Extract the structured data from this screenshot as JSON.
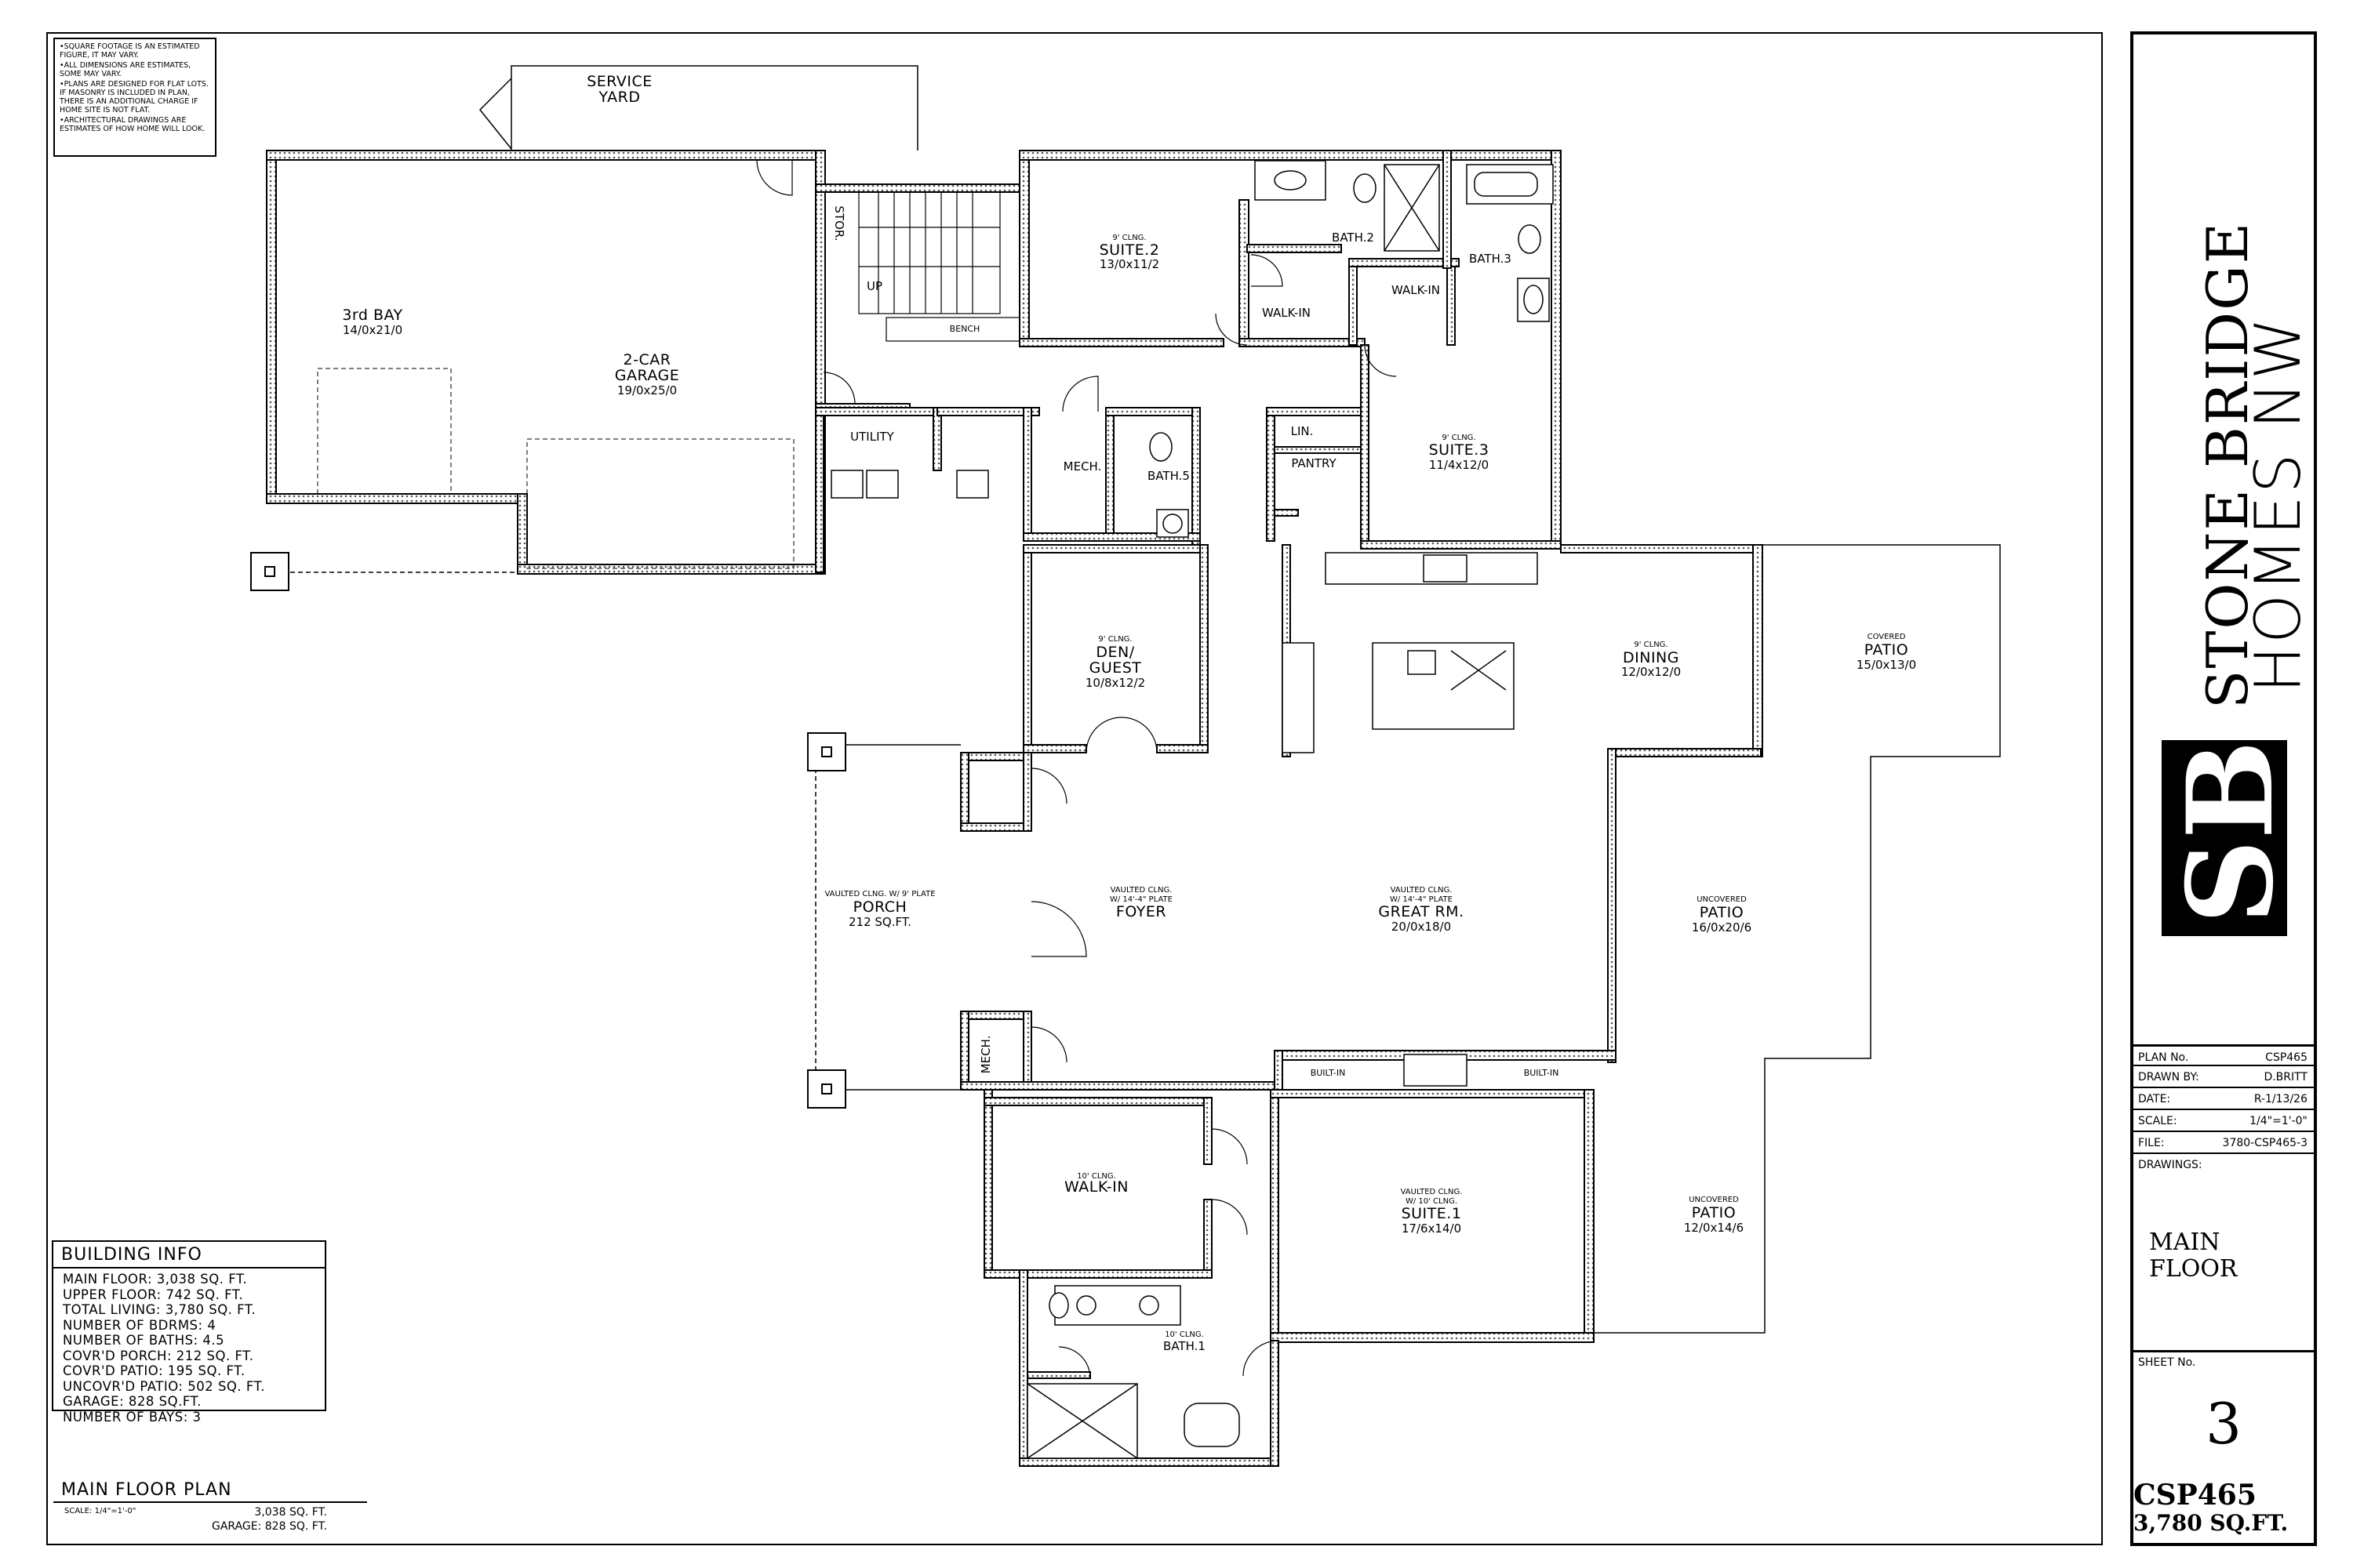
{
  "notes": [
    "•SQUARE FOOTAGE IS AN ESTIMATED FIGURE, IT MAY VARY.",
    "•ALL DIMENSIONS ARE ESTIMATES, SOME MAY VARY.",
    "•PLANS ARE DESIGNED FOR FLAT LOTS. IF MASONRY IS INCLUDED IN PLAN, THERE IS AN ADDITIONAL CHARGE IF HOME SITE IS NOT FLAT.",
    "•ARCHITECTURAL DRAWINGS ARE ESTIMATES OF HOW HOME WILL LOOK."
  ],
  "rooms": {
    "service_yard": {
      "name": "SERVICE",
      "name2": "YARD"
    },
    "third_bay": {
      "name": "3rd BAY",
      "dim": "14/0x21/0"
    },
    "garage": {
      "name": "2-CAR",
      "name2": "GARAGE",
      "dim": "19/0x25/0"
    },
    "stor": {
      "name": "STOR."
    },
    "up": {
      "name": "UP"
    },
    "bench": {
      "name": "BENCH"
    },
    "suite2": {
      "note": "9' CLNG.",
      "name": "SUITE.2",
      "dim": "13/0x11/2"
    },
    "bath2": {
      "name": "BATH.2"
    },
    "walkin2": {
      "name": "WALK-IN"
    },
    "walkin3": {
      "name": "WALK-IN"
    },
    "bath3": {
      "name": "BATH.3"
    },
    "utility": {
      "name": "UTILITY"
    },
    "mech1": {
      "name": "MECH."
    },
    "bath5": {
      "name": "BATH.5"
    },
    "lin": {
      "name": "LIN."
    },
    "pantry": {
      "name": "PANTRY"
    },
    "suite3": {
      "note": "9' CLNG.",
      "name": "SUITE.3",
      "dim": "11/4x12/0"
    },
    "den": {
      "note": "9' CLNG.",
      "name": "DEN/",
      "name2": "GUEST",
      "dim": "10/8x12/2"
    },
    "dining": {
      "note": "9' CLNG.",
      "name": "DINING",
      "dim": "12/0x12/0"
    },
    "covered_patio": {
      "note": "COVERED",
      "name": "PATIO",
      "dim": "15/0x13/0"
    },
    "porch": {
      "note": "VAULTED CLNG. W/ 9' PLATE",
      "name": "PORCH",
      "dim": "212 SQ.FT."
    },
    "foyer": {
      "note": "VAULTED CLNG.",
      "note2": "W/ 14'-4\" PLATE",
      "name": "FOYER"
    },
    "great": {
      "note": "VAULTED CLNG.",
      "note2": "W/ 14'-4\" PLATE",
      "name": "GREAT RM.",
      "dim": "20/0x18/0"
    },
    "patio1": {
      "note": "UNCOVERED",
      "name": "PATIO",
      "dim": "16/0x20/6"
    },
    "mech2": {
      "name": "MECH."
    },
    "builtin1": {
      "name": "BUILT-IN"
    },
    "builtin2": {
      "name": "BUILT-IN"
    },
    "walkin1": {
      "note": "10' CLNG.",
      "name": "WALK-IN"
    },
    "suite1": {
      "note": "VAULTED CLNG.",
      "note2": "W/ 10' CLNG.",
      "name": "SUITE.1",
      "dim": "17/6x14/0"
    },
    "patio2": {
      "note": "UNCOVERED",
      "name": "PATIO",
      "dim": "12/0x14/6"
    },
    "bath1": {
      "note": "10' CLNG.",
      "name": "BATH.1"
    }
  },
  "building_info": {
    "title": "BUILDING INFO",
    "lines": [
      "MAIN FLOOR: 3,038 SQ. FT.",
      "UPPER FLOOR: 742 SQ. FT.",
      "TOTAL LIVING: 3,780 SQ. FT.",
      "NUMBER OF BDRMS: 4",
      "NUMBER OF BATHS: 4.5",
      "COVR'D PORCH: 212 SQ. FT.",
      "COVR'D PATIO: 195 SQ. FT.",
      "UNCOVR'D PATIO: 502 SQ. FT.",
      "GARAGE: 828 SQ.FT.",
      "NUMBER OF BAYS: 3"
    ]
  },
  "plan_label": {
    "title": "MAIN FLOOR PLAN",
    "scale": "SCALE: 1/4\"=1'-0\"",
    "area1": "3,038 SQ. FT.",
    "area2": "GARAGE: 828 SQ. FT."
  },
  "title_block": {
    "brand1": "STONE BRIDGE",
    "brand2": "HOMES NW",
    "logo": "SB",
    "plan_no_label": "PLAN No.",
    "plan_no": "CSP465",
    "drawn_by_label": "DRAWN BY:",
    "drawn_by": "D.BRITT",
    "date_label": "DATE:",
    "date": "R-1/13/26",
    "scale_label": "SCALE:",
    "scale": "1/4\"=1'-0\"",
    "file_label": "FILE:",
    "file": "3780-CSP465-3",
    "drawings_label": "DRAWINGS:",
    "drawing_name1": "MAIN",
    "drawing_name2": "FLOOR",
    "sheet_label": "SHEET No.",
    "sheet_no": "3",
    "plan_code": "CSP465",
    "plan_sqft": "3,780 SQ.FT."
  }
}
